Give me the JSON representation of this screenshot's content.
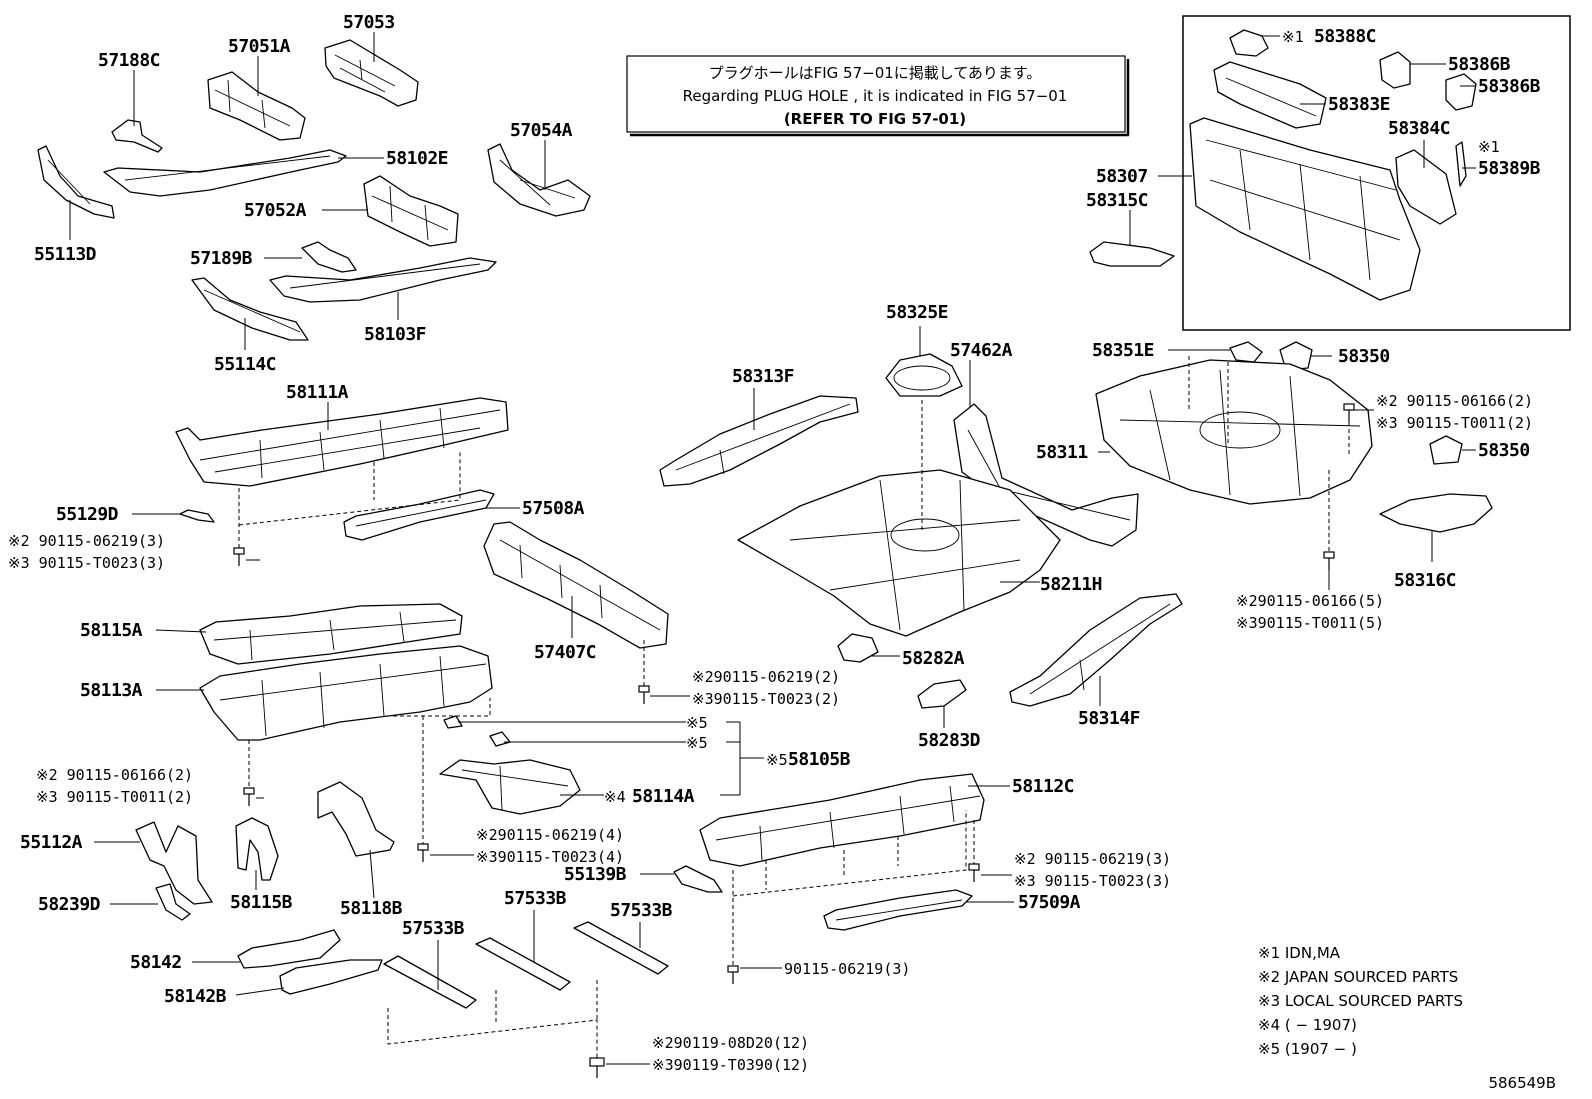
{
  "notice": {
    "line1": "プラグホールはFIG 57−01に掲載してあります。",
    "line2": "Regarding  PLUG  HOLE , it is indicated in FIG  57−01",
    "line3": "(REFER TO FIG 57-01)"
  },
  "labels": {
    "p57053": "57053",
    "p57188C": "57188C",
    "p57051A": "57051A",
    "p58102E": "58102E",
    "p57054A": "57054A",
    "p55113D": "55113D",
    "p57052A": "57052A",
    "p57189B": "57189B",
    "p58103F": "58103F",
    "p55114C": "55114C",
    "p58111A": "58111A",
    "p55129D": "55129D",
    "p57508A": "57508A",
    "p58115A": "58115A",
    "p57407C": "57407C",
    "p58113A": "58113A",
    "p55112A": "55112A",
    "p58239D": "58239D",
    "p58115B": "58115B",
    "p58118B": "58118B",
    "p58142": "58142",
    "p58142B": "58142B",
    "p57533B_1": "57533B",
    "p57533B_2": "57533B",
    "p57533B_3": "57533B",
    "p58114A": "58114A",
    "p58105B": "58105B",
    "p55139B": "55139B",
    "p58112C": "58112C",
    "p57509A": "57509A",
    "p58313F": "58313F",
    "p58325E": "58325E",
    "p57462A": "57462A",
    "p58211H": "58211H",
    "p58282A": "58282A",
    "p58283D": "58283D",
    "p58314F": "58314F",
    "p58388C": "58388C",
    "p58386B_1": "58386B",
    "p58386B_2": "58386B",
    "p58383E": "58383E",
    "p58384C": "58384C",
    "p58389B": "58389B",
    "p58307": "58307",
    "p58315C": "58315C",
    "p58351E": "58351E",
    "p58350_1": "58350",
    "p58350_2": "58350",
    "p58311": "58311",
    "p58316C": "58316C"
  },
  "marks": {
    "m1": "※1",
    "m1b": "※1",
    "m2": "※2",
    "m3": "※3",
    "m4": "※4",
    "m5": "※5",
    "m5a": "※5",
    "m5b": "※5"
  },
  "bolts": {
    "b1_2": "90115-06219(3)",
    "b1_3": "90115-T0023(3)",
    "b2_2": "90115-06219(2)",
    "b2_3": "90115-T0023(2)",
    "b3_2": "90115-06166(2)",
    "b3_3": "90115-T0011(2)",
    "b4_2": "90115-06219(4)",
    "b4_3": "90115-T0023(4)",
    "b5_2": "90115-06219(3)",
    "b5_3": "90115-T0023(3)",
    "b6": "90115-06219(3)",
    "b7_2": "90119-08D20(12)",
    "b7_3": "90119-T0390(12)",
    "b8_2": "90115-06166(2)",
    "b8_3": "90115-T0011(2)",
    "b9_2": "90115-06166(5)",
    "b9_3": "90115-T0011(5)"
  },
  "legend": [
    "※1 IDN,MA",
    "※2 JAPAN SOURCED PARTS",
    "※3 LOCAL SOURCED PARTS",
    "※4 (        − 1907)",
    "※5 (1907 −        )"
  ],
  "figure_id": "586549B"
}
